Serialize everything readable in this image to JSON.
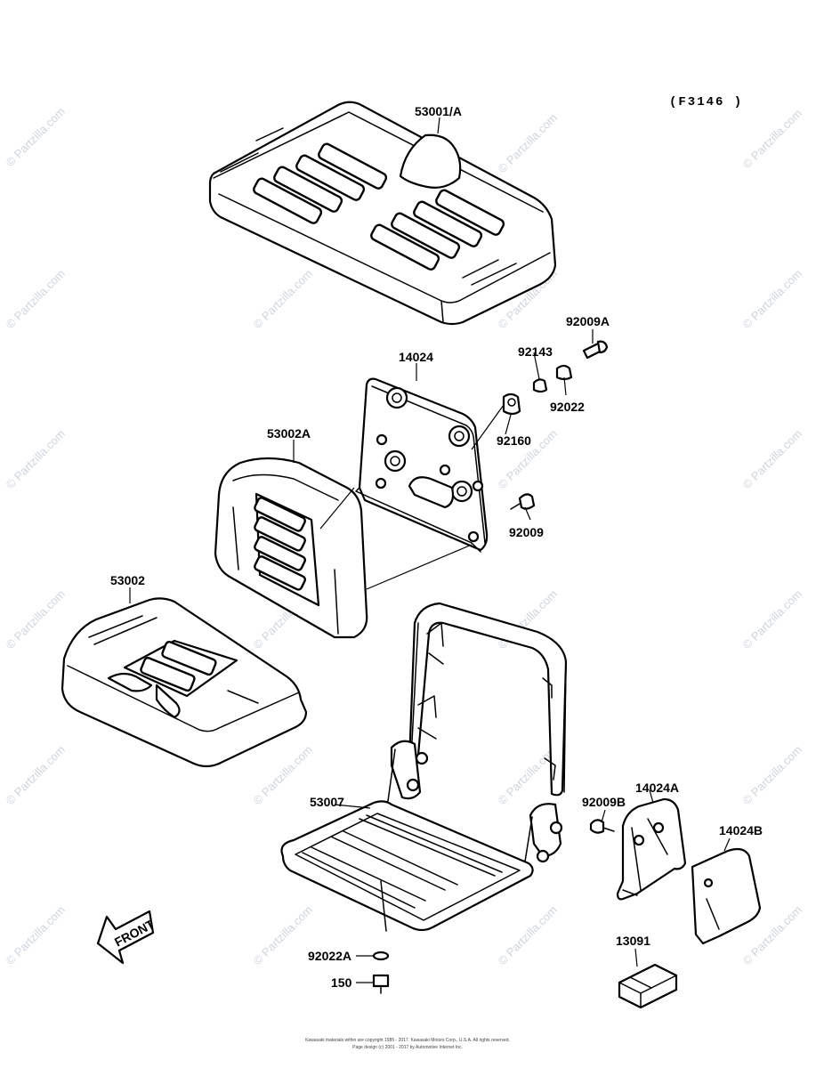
{
  "diagram": {
    "code": "(F3146 )",
    "watermark": "© Partzilla.com",
    "footer_line1": "Kawasaki materials within are copyright 1985 - 2017. Kawasaki Motors Corp., U.S.A. All rights reserved.",
    "footer_line2": "Page design (c) 2001 - 2017 by Automotive Internet Inc.",
    "front_label": "FRONT",
    "callouts": [
      {
        "id": "c-53001a",
        "text": "53001/A"
      },
      {
        "id": "c-92009a",
        "text": "92009A"
      },
      {
        "id": "c-92143",
        "text": "92143"
      },
      {
        "id": "c-14024",
        "text": "14024"
      },
      {
        "id": "c-92022",
        "text": "92022"
      },
      {
        "id": "c-92160",
        "text": "92160"
      },
      {
        "id": "c-53002a",
        "text": "53002A"
      },
      {
        "id": "c-92009",
        "text": "92009"
      },
      {
        "id": "c-53002",
        "text": "53002"
      },
      {
        "id": "c-53007",
        "text": "53007"
      },
      {
        "id": "c-92009b",
        "text": "92009B"
      },
      {
        "id": "c-14024a",
        "text": "14024A"
      },
      {
        "id": "c-14024b",
        "text": "14024B"
      },
      {
        "id": "c-92022a",
        "text": "92022A"
      },
      {
        "id": "c-150",
        "text": "150"
      },
      {
        "id": "c-13091",
        "text": "13091"
      }
    ]
  }
}
